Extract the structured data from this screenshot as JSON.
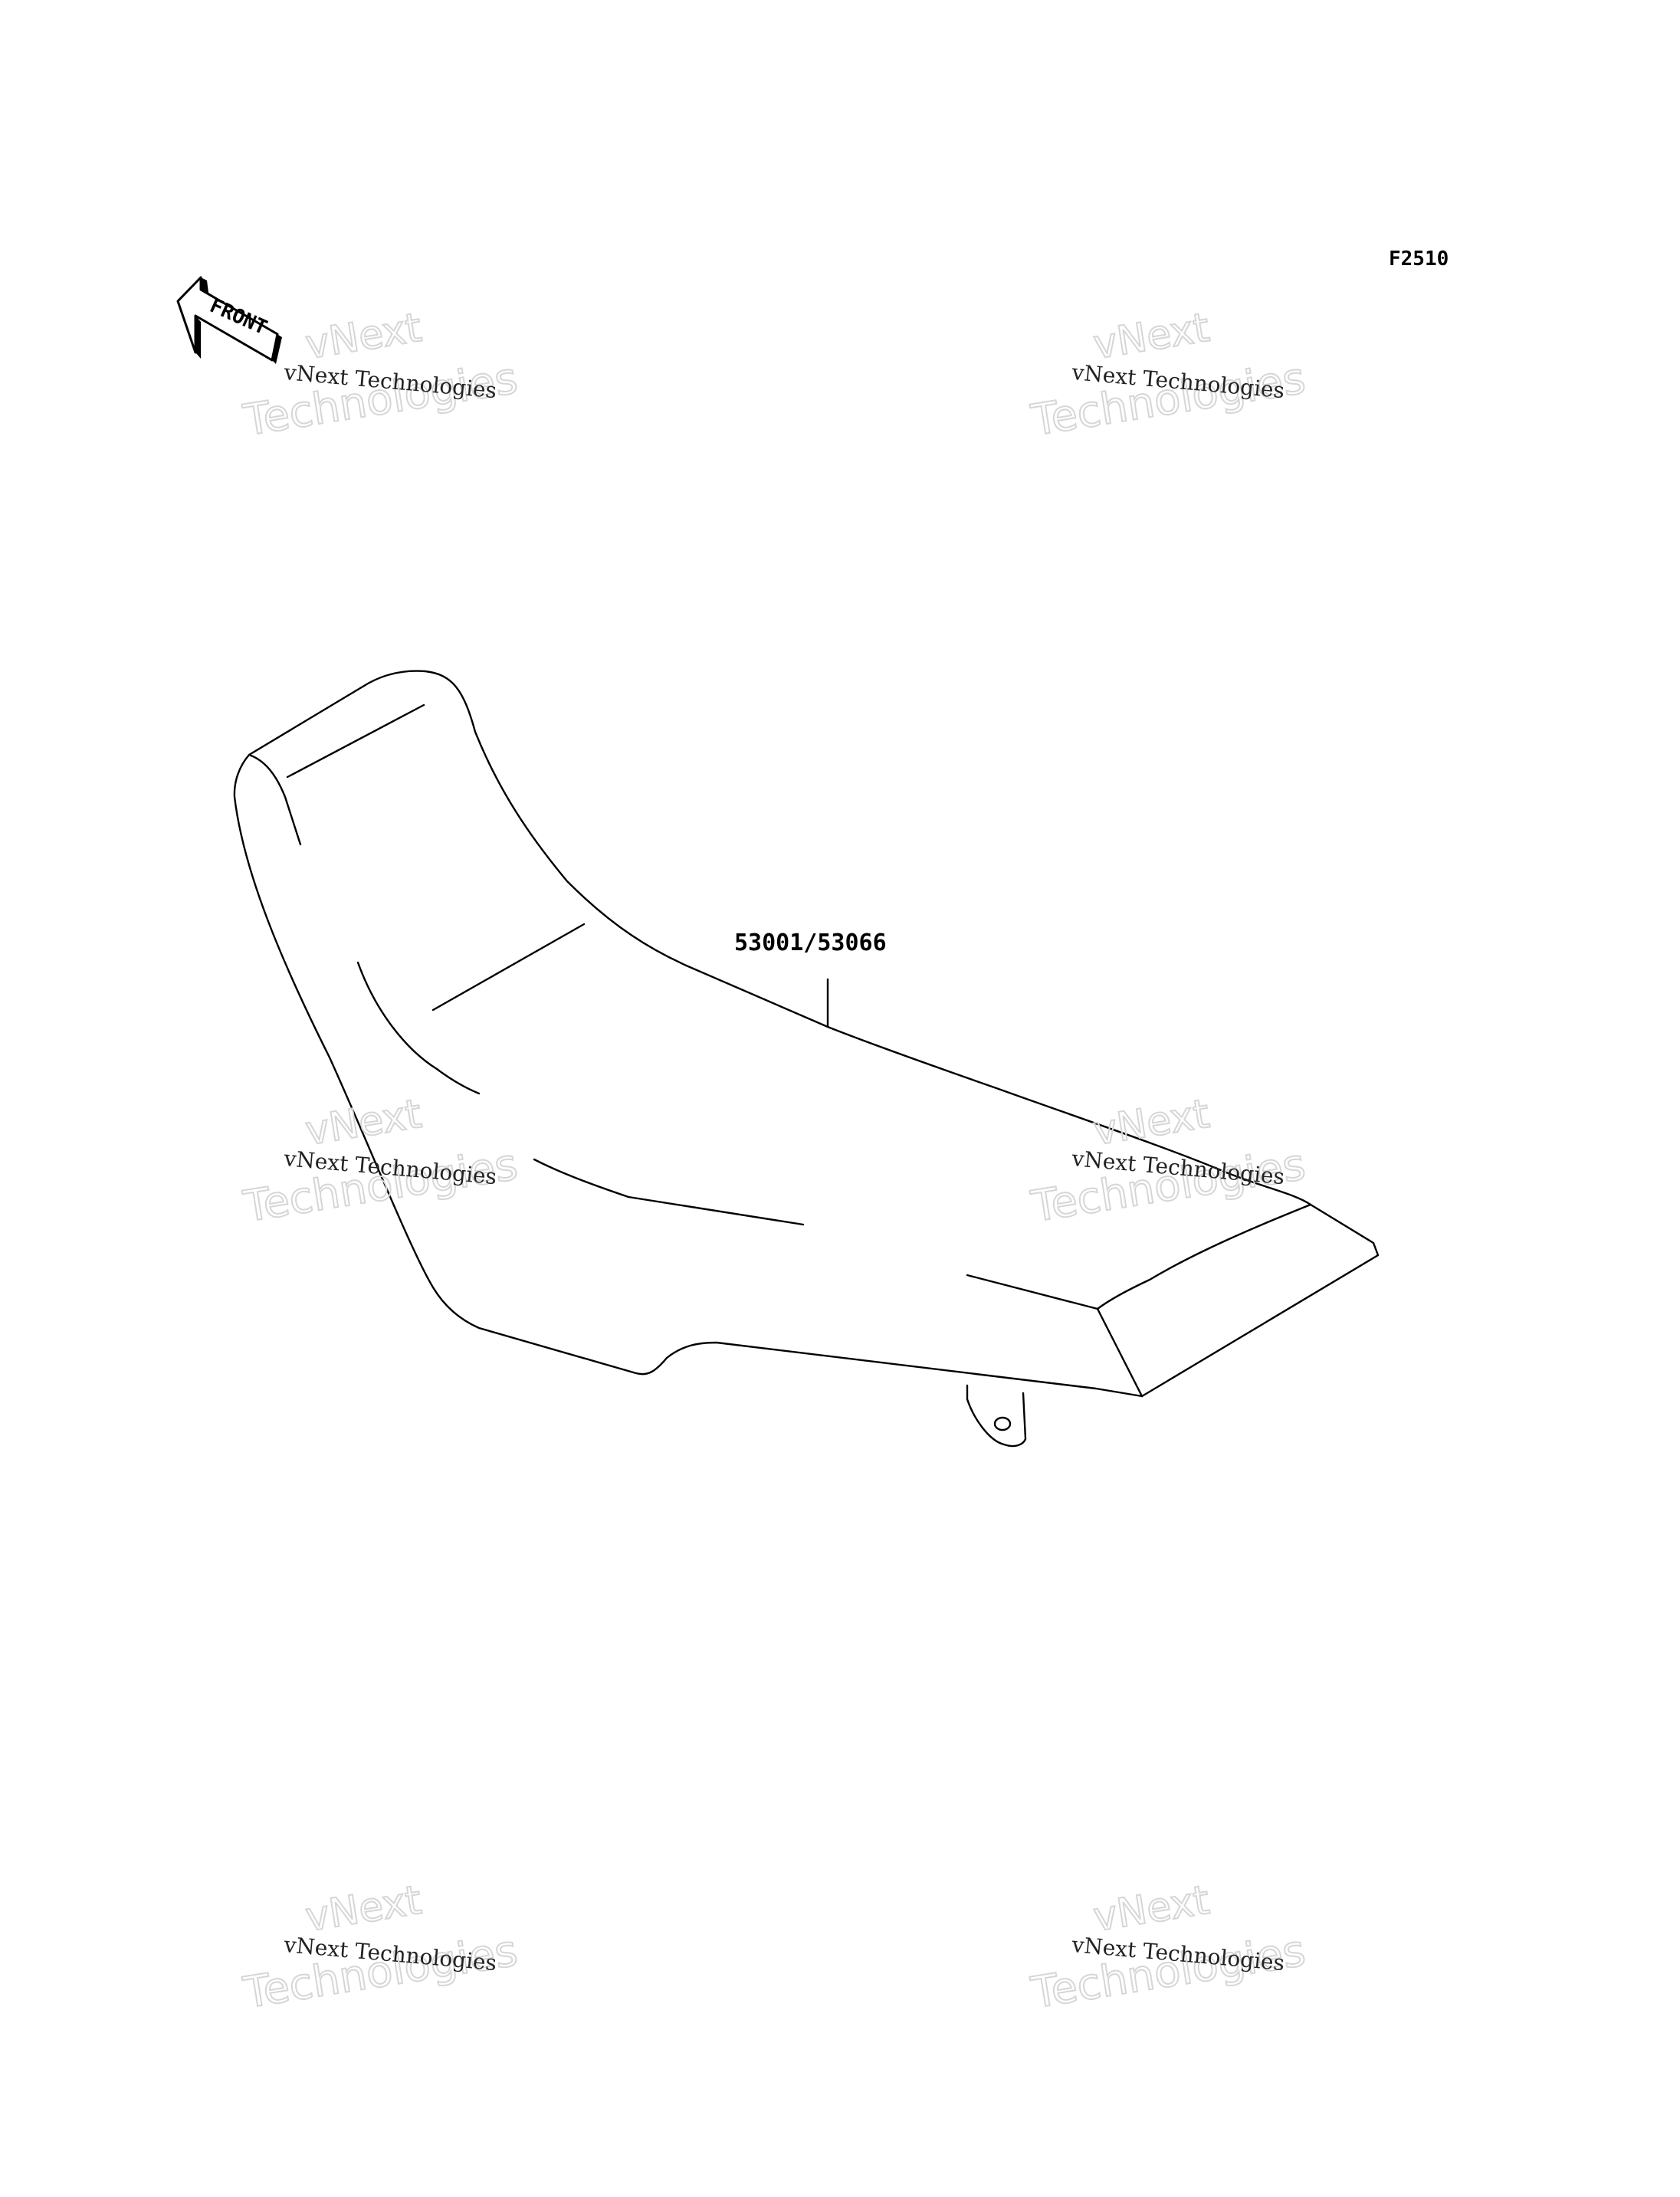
{
  "diagram": {
    "figure_code": "F2510",
    "part_label": "53001/53066",
    "front_arrow_label": "FRONT"
  },
  "watermark": {
    "line1": "vNext",
    "line2": "Technologies",
    "caption": "vNext Technologies"
  },
  "colors": {
    "ink": "#000000",
    "watermark_outline": "#d6d6d6",
    "background": "#ffffff"
  }
}
